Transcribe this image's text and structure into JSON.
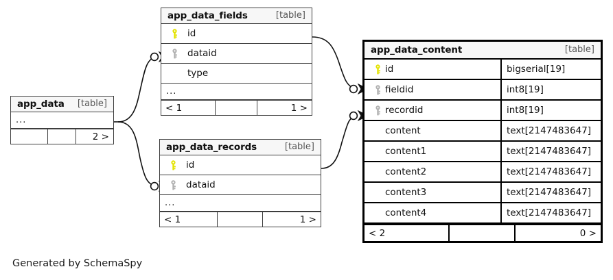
{
  "caption": "Generated by SchemaSpy",
  "labels": {
    "table_kind": "[table]",
    "ellipsis": "..."
  },
  "colors": {
    "primary_key": "#e3e300",
    "foreign_key": "#b0b0b0",
    "header_bg": "#f7f7f7",
    "border": "#3d3d3d",
    "focal_border": "#000000",
    "line": "#111111"
  },
  "tables": {
    "app_data": {
      "name": "app_data",
      "kind": "[table]",
      "ellipsis": "...",
      "footer": {
        "left": "",
        "mid": "",
        "right": "2 >"
      }
    },
    "app_data_fields": {
      "name": "app_data_fields",
      "kind": "[table]",
      "ellipsis": "...",
      "columns": [
        {
          "key": "primary",
          "label": "id"
        },
        {
          "key": "foreign",
          "label": "dataid"
        },
        {
          "key": "none",
          "label": "type"
        }
      ],
      "footer": {
        "left": "< 1",
        "mid": "",
        "right": "1 >"
      }
    },
    "app_data_records": {
      "name": "app_data_records",
      "kind": "[table]",
      "ellipsis": "...",
      "columns": [
        {
          "key": "primary",
          "label": "id"
        },
        {
          "key": "foreign",
          "label": "dataid"
        }
      ],
      "footer": {
        "left": "< 1",
        "mid": "",
        "right": "1 >"
      }
    },
    "app_data_content": {
      "name": "app_data_content",
      "kind": "[table]",
      "columns": [
        {
          "key": "primary",
          "label": "id",
          "type": "bigserial[19]"
        },
        {
          "key": "foreign",
          "label": "fieldid",
          "type": "int8[19]"
        },
        {
          "key": "foreign",
          "label": "recordid",
          "type": "int8[19]"
        },
        {
          "key": "none",
          "label": "content",
          "type": "text[2147483647]"
        },
        {
          "key": "none",
          "label": "content1",
          "type": "text[2147483647]"
        },
        {
          "key": "none",
          "label": "content2",
          "type": "text[2147483647]"
        },
        {
          "key": "none",
          "label": "content3",
          "type": "text[2147483647]"
        },
        {
          "key": "none",
          "label": "content4",
          "type": "text[2147483647]"
        }
      ],
      "footer": {
        "left": "< 2",
        "mid": "",
        "right": "0 >"
      }
    }
  },
  "relationships": [
    {
      "from": "app_data",
      "to": "app_data_fields.dataid",
      "cardinality": "zero-or-many"
    },
    {
      "from": "app_data",
      "to": "app_data_records.dataid",
      "cardinality": "zero-or-many"
    },
    {
      "from": "app_data_fields.id",
      "to": "app_data_content.fieldid",
      "cardinality": "zero-or-many"
    },
    {
      "from": "app_data_records.id",
      "to": "app_data_content.recordid",
      "cardinality": "zero-or-many"
    }
  ]
}
